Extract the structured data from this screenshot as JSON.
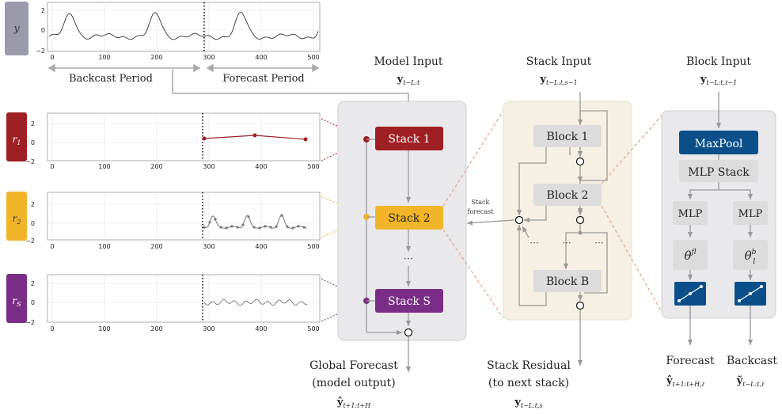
{
  "top_plot": {
    "ylabel": "y",
    "yticks": [
      "2",
      "0",
      "−2"
    ],
    "xticks": [
      "0",
      "100",
      "200",
      "300",
      "400",
      "500"
    ],
    "backcast_label": "Backcast Period",
    "forecast_label": "Forecast Period"
  },
  "stack_plots": [
    {
      "label": "r",
      "sub": "1",
      "color": "#9e1f24",
      "yticks": [
        "2",
        "0",
        "−2"
      ],
      "xticks": [
        "0",
        "100",
        "200",
        "300",
        "400",
        "500"
      ]
    },
    {
      "label": "r",
      "sub": "2",
      "color": "#f2b52a",
      "yticks": [
        "2",
        "0",
        "−2"
      ],
      "xticks": [
        "0",
        "100",
        "200",
        "300",
        "400",
        "500"
      ]
    },
    {
      "label": "r",
      "sub": "S",
      "color": "#7a2d86",
      "yticks": [
        "2",
        "0",
        "−2"
      ],
      "xticks": [
        "0",
        "100",
        "200",
        "300",
        "400",
        "500"
      ]
    }
  ],
  "model": {
    "input_title": "Model Input",
    "input_math": "y",
    "input_sub": "t−L:t",
    "stack1": "Stack 1",
    "stack2": "Stack 2",
    "stackS": "Stack S",
    "dots": "···",
    "output_line1": "Global Forecast",
    "output_line2": "(model output)",
    "output_math": "ŷ",
    "output_sub": "t+1:t+H"
  },
  "stack": {
    "input_title": "Stack Input",
    "input_math": "y",
    "input_sub": "t−L:t,s−1",
    "block1": "Block 1",
    "block2": "Block 2",
    "blockB": "Block B",
    "side_label_1": "Stack",
    "side_label_2": "forecast",
    "residual_line1": "Stack Residual",
    "residual_line2": "(to next stack)",
    "residual_math": "y",
    "residual_sub": "t−L:t,s"
  },
  "block": {
    "input_title": "Block Input",
    "input_math": "y",
    "input_sub": "t−L:t,ℓ−1",
    "maxpool": "MaxPool",
    "mlp_stack": "MLP Stack",
    "mlp_left": "MLP",
    "mlp_right": "MLP",
    "theta": "θ",
    "theta_f_sub": "l",
    "theta_f_sup": "f",
    "theta_b_sub": "l",
    "theta_b_sup": "b",
    "forecast_title": "Forecast",
    "forecast_math": "ŷ",
    "forecast_sub": "t+1:t+H,ℓ",
    "backcast_title": "Backcast",
    "backcast_math": "ỹ",
    "backcast_sub": "t−L:t,ℓ"
  },
  "colors": {
    "stack1": "#9e1f24",
    "stack2": "#f2b52a",
    "stackS": "#7a2d86",
    "blue": "#0b4f8a",
    "block_grey": "#dcdcdc",
    "panel_grey": "#e9e9ec",
    "panel_cream": "#f5f0e3"
  }
}
